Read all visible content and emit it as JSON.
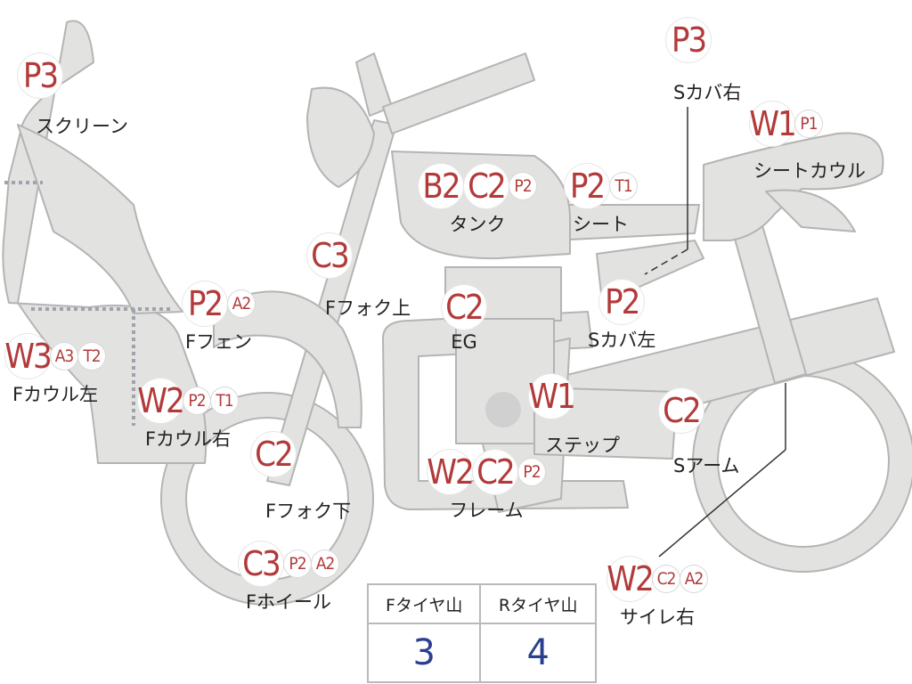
{
  "parts": [
    {
      "id": "screen",
      "label": "スクリーン",
      "badges": [
        "P3"
      ]
    },
    {
      "id": "front-fender",
      "label": "Fフェン",
      "badges": [
        "P2",
        "A2"
      ]
    },
    {
      "id": "front-cowl-left",
      "label": "Fカウル左",
      "badges": [
        "W3",
        "A3",
        "T2"
      ]
    },
    {
      "id": "front-cowl-right",
      "label": "Fカウル右",
      "badges": [
        "W2",
        "P2",
        "T1"
      ]
    },
    {
      "id": "front-fork-upper",
      "label": "Fフォク上",
      "badges": [
        "C3"
      ]
    },
    {
      "id": "front-fork-lower",
      "label": "Fフォク下",
      "badges": [
        "C2"
      ]
    },
    {
      "id": "front-wheel",
      "label": "Fホイール",
      "badges": [
        "C3",
        "P2",
        "A2"
      ]
    },
    {
      "id": "tank",
      "label": "タンク",
      "badges": [
        "B2",
        "C2",
        "P2"
      ]
    },
    {
      "id": "seat",
      "label": "シート",
      "badges": [
        "P2",
        "T1"
      ]
    },
    {
      "id": "engine",
      "label": "EG",
      "badges": [
        "C2"
      ]
    },
    {
      "id": "side-cover-left",
      "label": "Sカバ左",
      "badges": [
        "P2"
      ]
    },
    {
      "id": "step",
      "label": "ステップ",
      "badges": [
        "W1"
      ]
    },
    {
      "id": "frame",
      "label": "フレーム",
      "badges": [
        "W2",
        "C2",
        "P2"
      ]
    },
    {
      "id": "swing-arm",
      "label": "Sアーム",
      "badges": [
        "C2"
      ]
    },
    {
      "id": "side-cover-right",
      "label": "Sカバ右",
      "badges": [
        "P3"
      ]
    },
    {
      "id": "seat-cowl",
      "label": "シートカウル",
      "badges": [
        "W1",
        "P1"
      ]
    },
    {
      "id": "silencer-right",
      "label": "サイレ右",
      "badges": [
        "W2",
        "C2",
        "A2"
      ]
    }
  ],
  "tire_table": {
    "headers": [
      "Fタイヤ山",
      "Rタイヤ山"
    ],
    "values": [
      "3",
      "4"
    ]
  },
  "colors": {
    "body": "#e2e2e0",
    "outline": "#b4b4b4",
    "badge_text": "#b23a3a",
    "table_value": "#2a3f8f"
  }
}
